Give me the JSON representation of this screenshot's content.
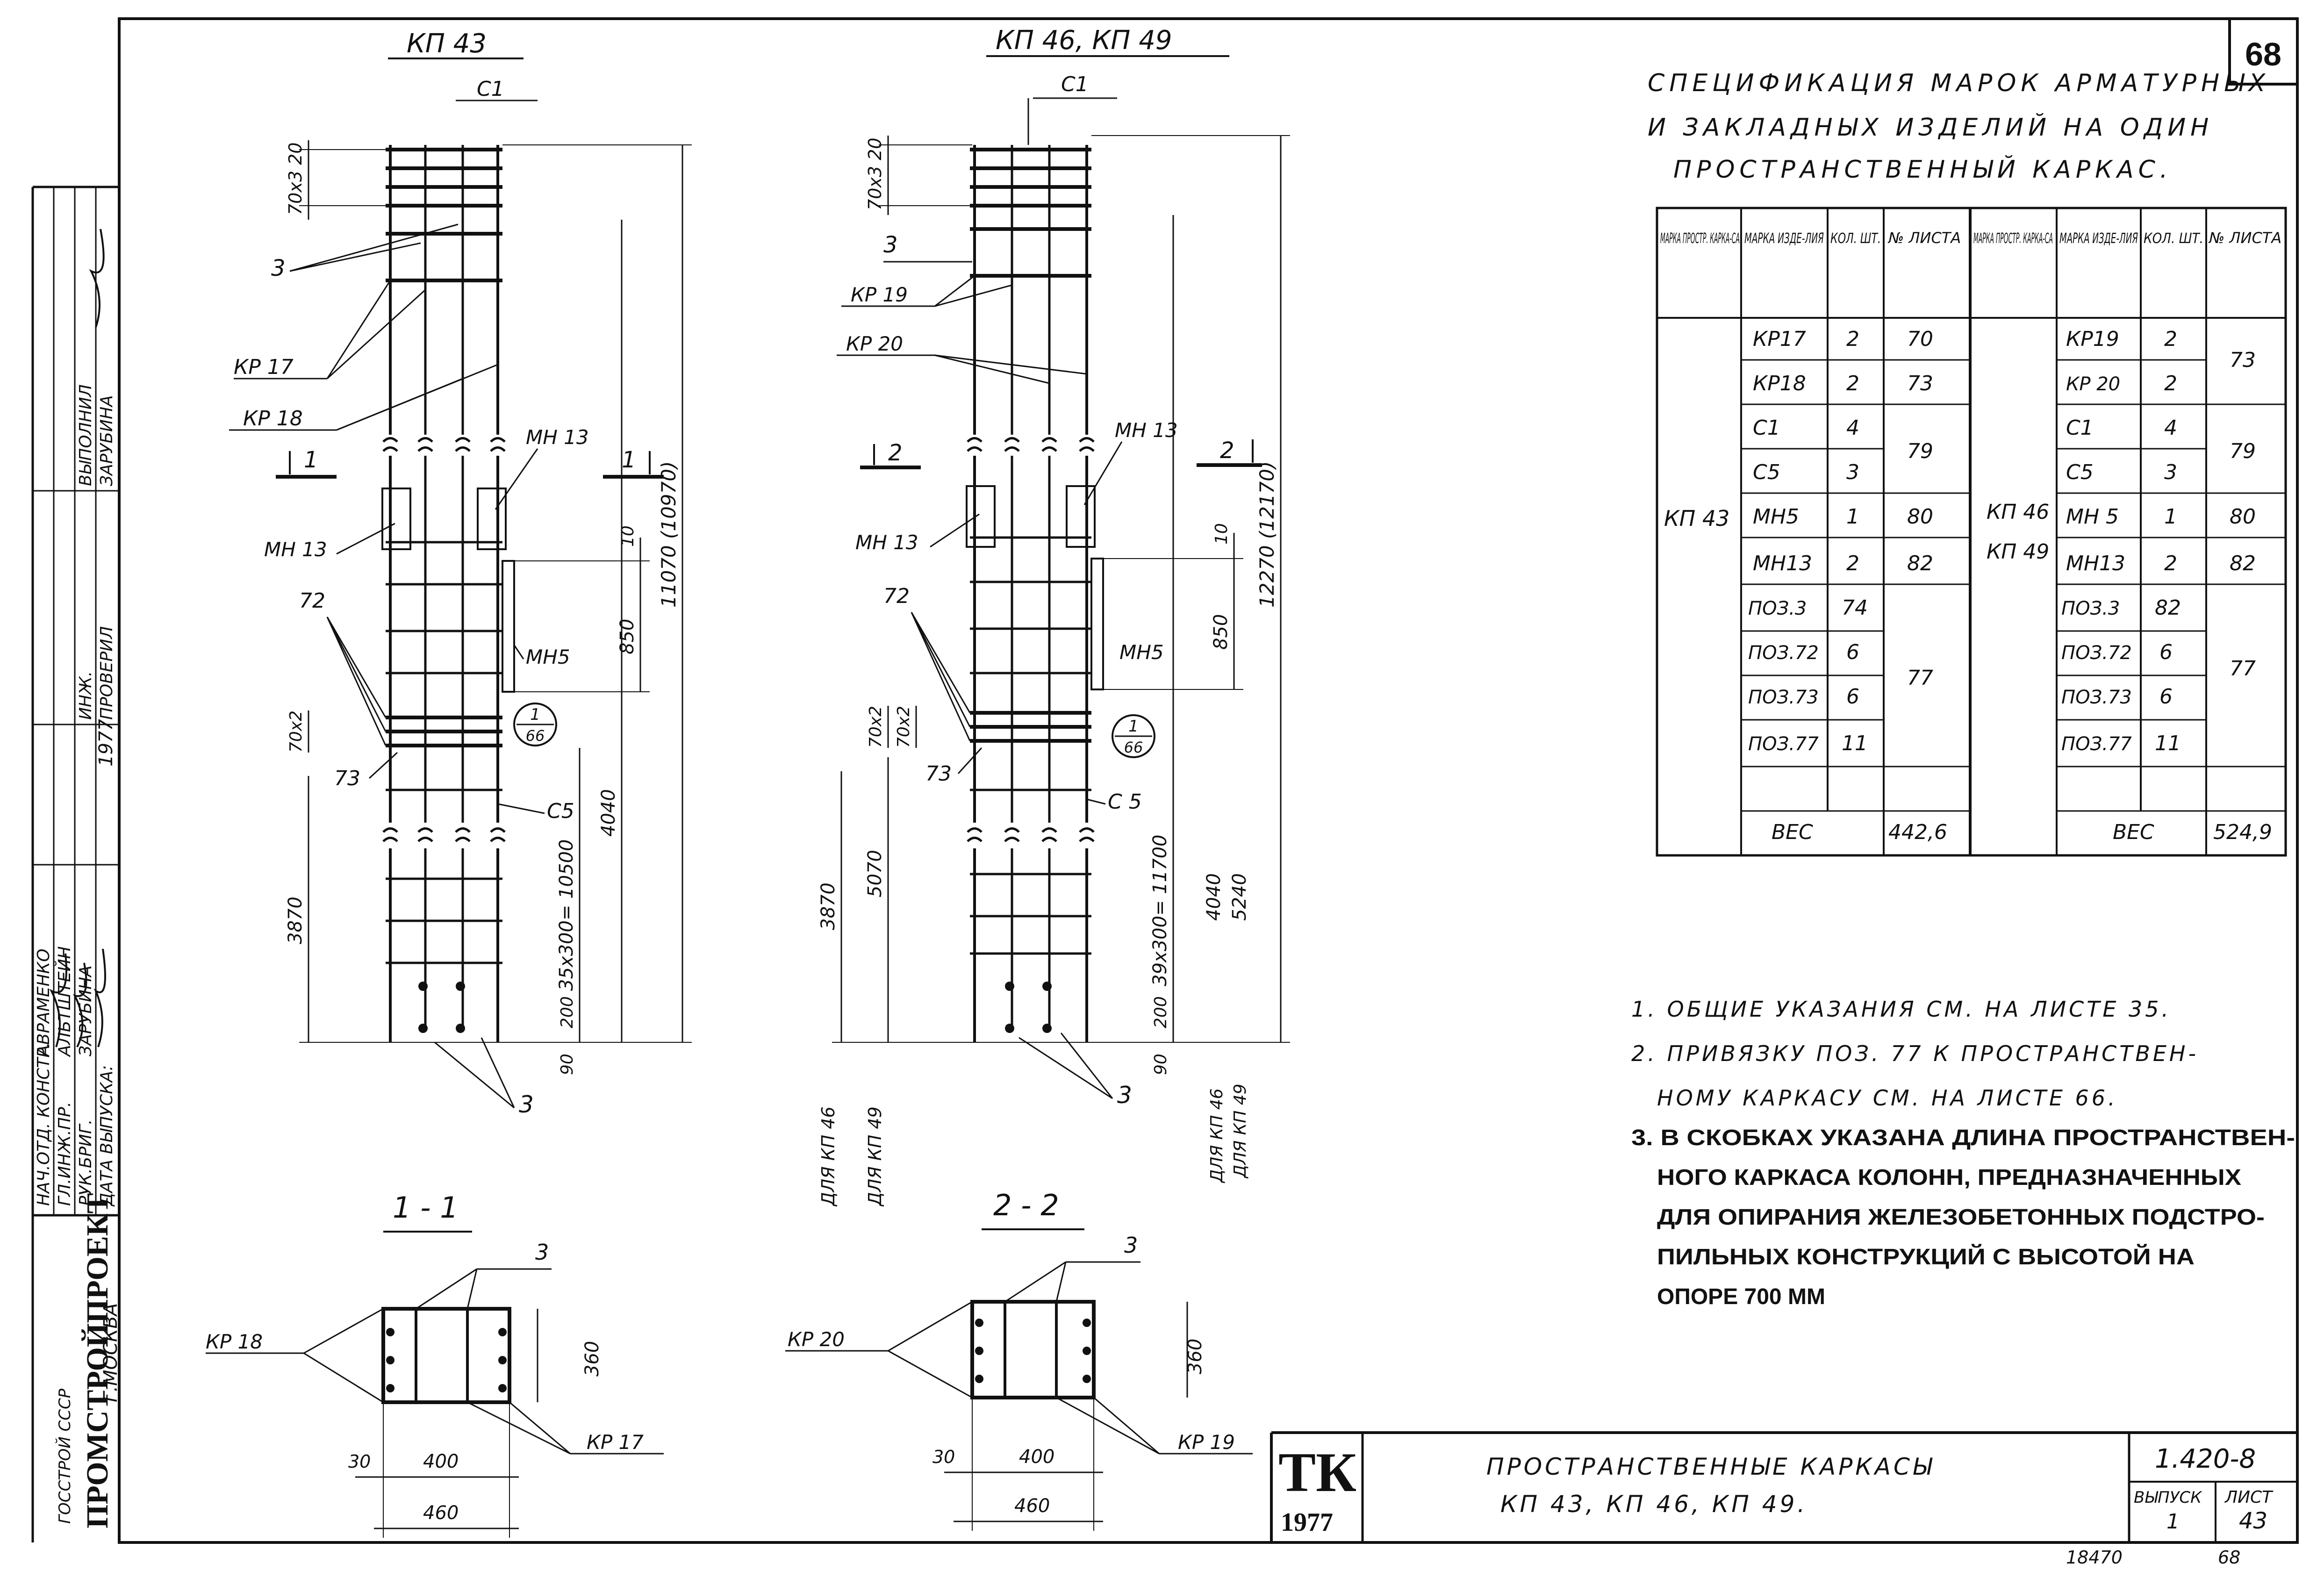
{
  "sheet_number": "68",
  "title_left": {
    "org_name": "ПРОМСТРОЙПРОЕКТ",
    "org_city": "Г.МОСКВА",
    "org_top": "ГОССТРОЙ СССР",
    "rows": [
      [
        "НАЧ.ОТД. КОНСТР.",
        "АВРАМЕНКО"
      ],
      [
        "ГЛ.ИНЖ.ПР.",
        "АЛЬТШТЕЙН"
      ],
      [
        "РУК.БРИГ.",
        "ЗАРУБИНА"
      ],
      [
        "ДАТА ВЫПУСКА:",
        ""
      ],
      [
        "ИНЖ.",
        "ПРОВЕРИЛ"
      ],
      [
        "ВЫПОЛНИЛ",
        "ЗАРУБИНА"
      ]
    ],
    "date": "1977"
  },
  "views": {
    "kp43": {
      "title": "КП 43",
      "sub": "С1",
      "lbl_3": "3",
      "lbl_kr17": "КР 17",
      "lbl_kr18": "КР 18",
      "lbl_1": "1",
      "lbl_mn13a": "МН 13",
      "lbl_mn13b": "МН 13",
      "lbl_72": "72",
      "lbl_73": "73",
      "lbl_mn5": "МН5",
      "lbl_c5": "С5",
      "lbl_3b": "3",
      "dim_top": "70х3 20",
      "dim_70x2": "70х2",
      "dim_10": "10",
      "dim_850": "850",
      "dim_total": "11070 (10970)",
      "dim_4040": "4040",
      "dim_pitch": "35х300= 10500",
      "dim_3870": "3870",
      "dim_200": "200",
      "dim_90": "90",
      "callout_top": "1",
      "callout_bottom": "66"
    },
    "kp46": {
      "title": "КП 46, КП 49",
      "sub": "С1",
      "lbl_3": "3",
      "lbl_kr19": "КР 19",
      "lbl_kr20": "КР 20",
      "lbl_2": "2",
      "lbl_mn13a": "МН 13",
      "lbl_mn13b": "МН 13",
      "lbl_72": "72",
      "lbl_73": "73",
      "lbl_mn5": "МН5",
      "lbl_c5": "С 5",
      "lbl_3b": "3",
      "dim_top": "70х3 20",
      "dim_70x2a": "70х2",
      "dim_70x2b": "70х2",
      "dim_10": "10",
      "dim_850": "850",
      "dim_total": "12270 (12170)",
      "dim_4040": "4040",
      "dim_5240": "5240",
      "dim_pitch": "39х300= 11700",
      "dim_3870": "3870",
      "dim_5070": "5070",
      "dim_200": "200",
      "dim_90": "90",
      "for46": "ДЛЯ КП 46",
      "for49": "ДЛЯ КП 49",
      "for46b": "ДЛЯ КП 46",
      "for49b": "ДЛЯ КП 49",
      "callout_top": "1",
      "callout_bottom": "66"
    }
  },
  "sections": {
    "s1": {
      "title": "1 - 1",
      "lbl_3": "3",
      "lbl_kr18": "КР 18",
      "lbl_kr17": "КР 17",
      "dim_360": "360",
      "dim_30": "30",
      "dim_400": "400",
      "dim_460": "460"
    },
    "s2": {
      "title": "2 - 2",
      "lbl_3": "3",
      "lbl_kr20": "КР 20",
      "lbl_kr19": "КР 19",
      "dim_360": "360",
      "dim_30": "30",
      "dim_400": "400",
      "dim_460": "460"
    }
  },
  "spec": {
    "title1": "СПЕЦИФИКАЦИЯ МАРОК АРМАТУРНЫХ",
    "title2": "И ЗАКЛАДНЫХ ИЗДЕЛИЙ НА ОДИН",
    "title3": "ПРОСТРАНСТВЕННЫЙ КАРКАС.",
    "headers": [
      "МАРКА ПРОСТР. КАРКА-СА",
      "МАРКА ИЗДЕ-ЛИЯ",
      "КОЛ. ШТ.",
      "№ ЛИСТА"
    ],
    "left": {
      "frame": "КП 43",
      "rows": [
        [
          "КР17",
          "2",
          "70"
        ],
        [
          "КР18",
          "2",
          "73"
        ],
        [
          "С1",
          "4",
          "79"
        ],
        [
          "С5",
          "3",
          ""
        ],
        [
          "МН5",
          "1",
          "80"
        ],
        [
          "МН13",
          "2",
          "82"
        ],
        [
          "ПОЗ.3",
          "74",
          "77"
        ],
        [
          "ПОЗ.72",
          "6",
          ""
        ],
        [
          "ПОЗ.73",
          "6",
          ""
        ],
        [
          "ПОЗ.77",
          "11",
          ""
        ]
      ],
      "weight_label": "ВЕС",
      "weight": "442,6"
    },
    "right": {
      "frame1": "КП 46",
      "frame2": "КП 49",
      "rows": [
        [
          "КР19",
          "2",
          "73"
        ],
        [
          "КР 20",
          "2",
          ""
        ],
        [
          "С1",
          "4",
          "79"
        ],
        [
          "С5",
          "3",
          ""
        ],
        [
          "МН 5",
          "1",
          "80"
        ],
        [
          "МН13",
          "2",
          "82"
        ],
        [
          "ПОЗ.3",
          "82",
          "77"
        ],
        [
          "ПОЗ.72",
          "6",
          ""
        ],
        [
          "ПОЗ.73",
          "6",
          ""
        ],
        [
          "ПОЗ.77",
          "11",
          ""
        ]
      ],
      "weight_label": "ВЕС",
      "weight": "524,9"
    }
  },
  "notes": {
    "n1": "1. ОБЩИЕ УКАЗАНИЯ СМ. НА ЛИСТЕ 35.",
    "n2a": "2. ПРИВЯЗКУ ПОЗ. 77 К ПРОСТРАНСТВЕН-",
    "n2b": "НОМУ КАРКАСУ СМ. НА ЛИСТЕ 66.",
    "n3a": "3. В СКОБКАХ УКАЗАНА ДЛИНА ПРОСТРАНСТВЕН-",
    "n3b": "НОГО КАРКАСА КОЛОНН, ПРЕДНАЗНАЧЕННЫХ",
    "n3c": "ДЛЯ ОПИРАНИЯ ЖЕЛЕЗОБЕТОННЫХ ПОДСТРО-",
    "n3d": "ПИЛЬНЫХ КОНСТРУКЦИЙ С ВЫСОТОЙ НА",
    "n3e": "ОПОРЕ 700 ММ"
  },
  "title_block": {
    "tk": "ТК",
    "year": "1977",
    "name1": "ПРОСТРАНСТВЕННЫЕ КАРКАСЫ",
    "name2": "КП 43, КП 46, КП 49.",
    "code": "1.420-8",
    "issue_label": "ВЫПУСК",
    "issue": "1",
    "sheet_label": "ЛИСТ",
    "sheet": "43",
    "bottom_left": "18470",
    "bottom_right": "68"
  }
}
